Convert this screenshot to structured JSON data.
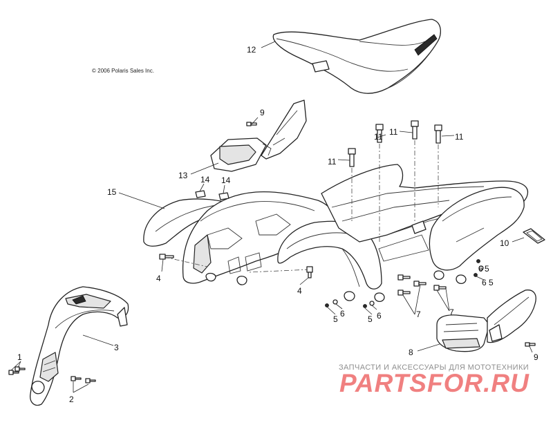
{
  "copyright": "© 2006 Polaris Sales Inc.",
  "watermark": {
    "subtitle": "ЗАПЧАСТИ И АКСЕССУАРЫ ДЛЯ МОТОТЕХНИКИ",
    "brand": "PARTSFOR.RU"
  },
  "callouts": {
    "c1": "1",
    "c2": "2",
    "c3": "3",
    "c4a": "4",
    "c4b": "4",
    "c5a": "5",
    "c5b": "5",
    "c5c": "5",
    "c5d": "5",
    "c6a": "6",
    "c6b": "6",
    "c6c": "6",
    "c6d": "6",
    "c7a": "7",
    "c7b": "7",
    "c8": "8",
    "c9a": "9",
    "c9b": "9",
    "c10": "10",
    "c11a": "11",
    "c11b": "11",
    "c11c": "11",
    "c11d": "11",
    "c12": "12",
    "c13": "13",
    "c14a": "14",
    "c14b": "14",
    "c15": "15"
  }
}
